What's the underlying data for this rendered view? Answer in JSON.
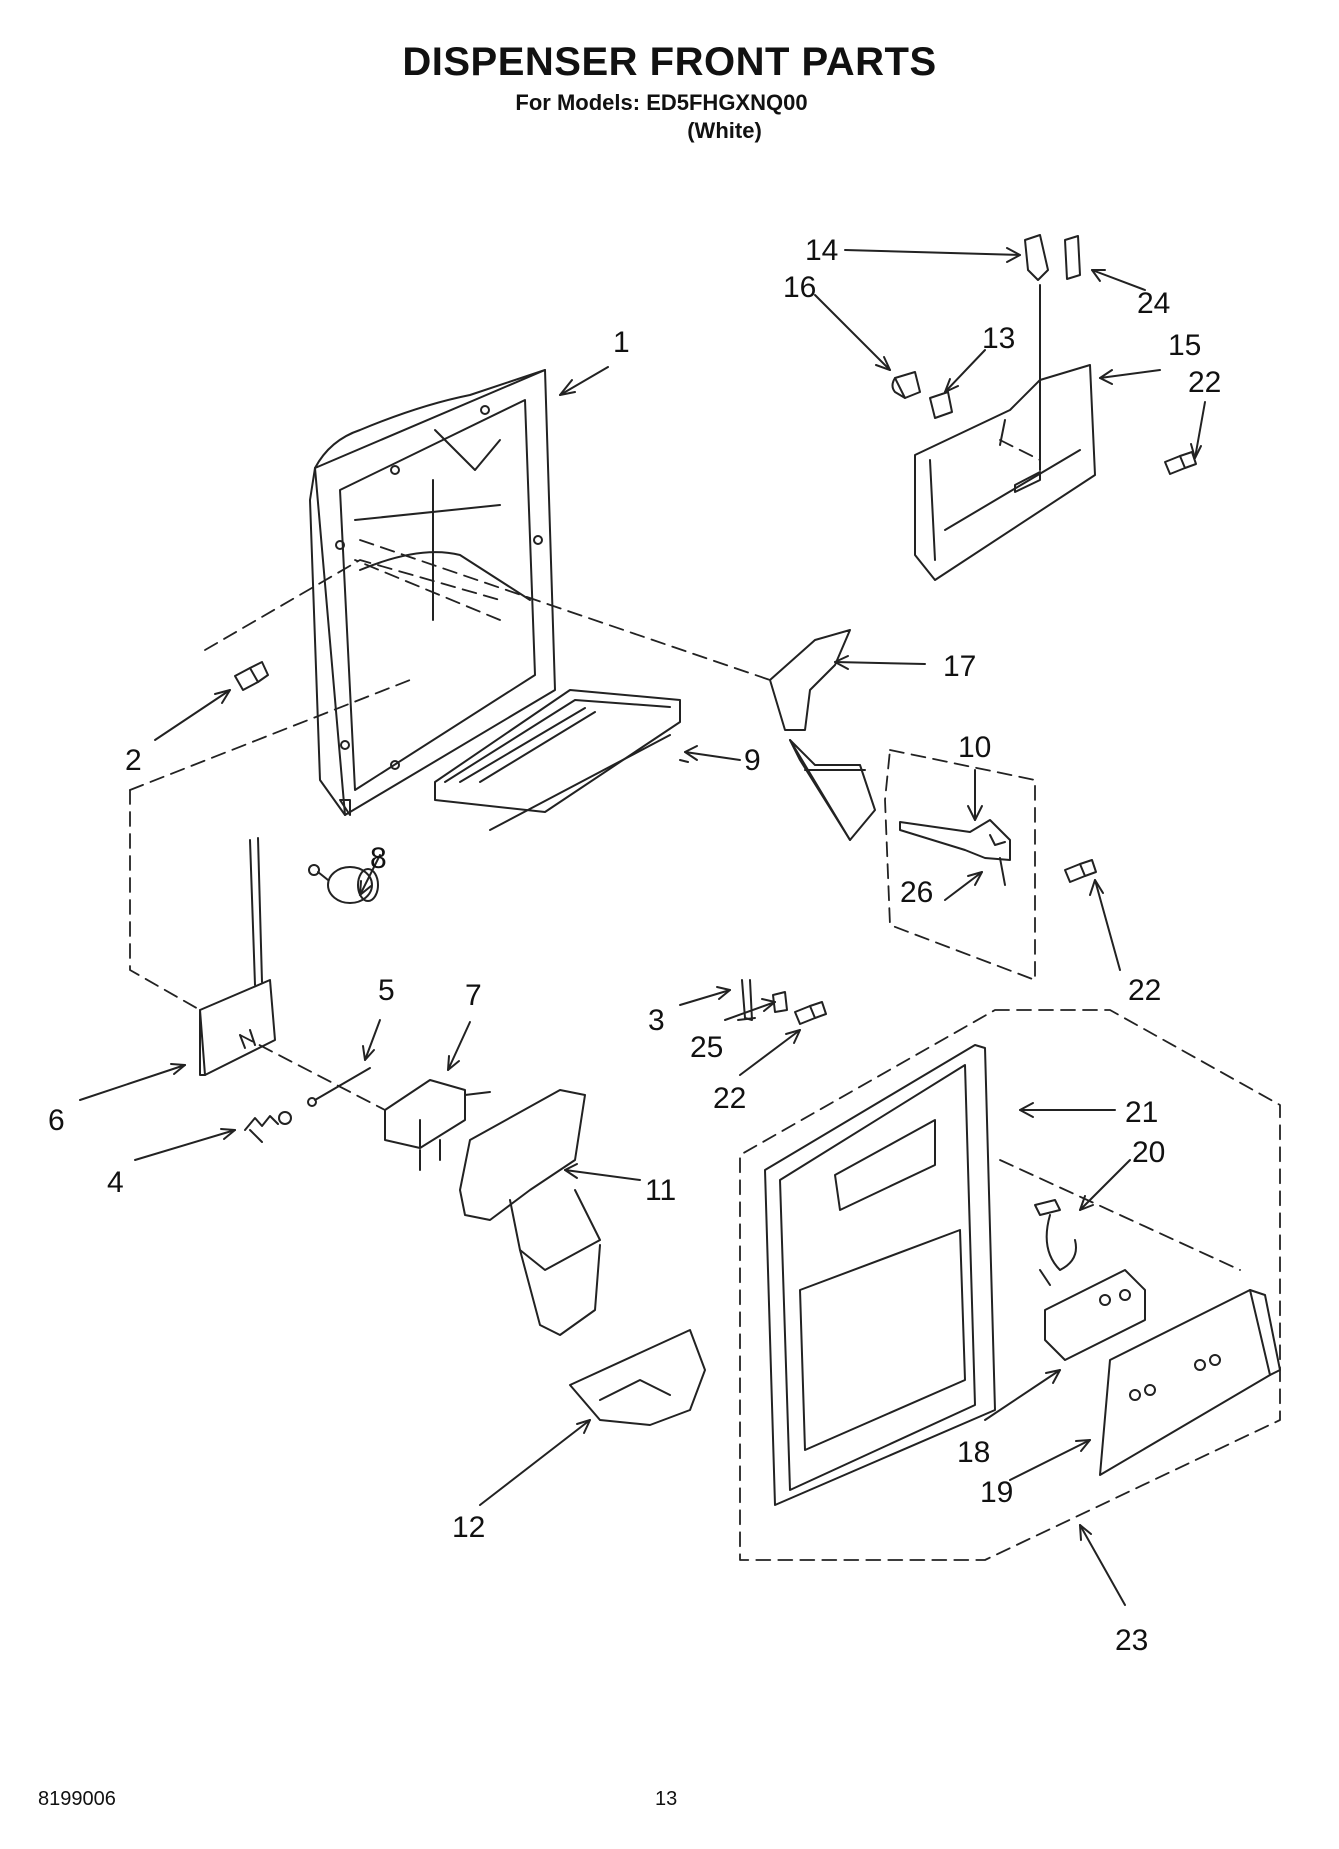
{
  "header": {
    "title": "DISPENSER FRONT PARTS",
    "subtitle": "For Models: ED5FHGXNQ00",
    "variant": "(White)"
  },
  "callouts": [
    "1",
    "2",
    "3",
    "4",
    "5",
    "6",
    "7",
    "8",
    "9",
    "10",
    "11",
    "12",
    "13",
    "14",
    "15",
    "16",
    "17",
    "18",
    "19",
    "20",
    "21",
    "22",
    "22",
    "22",
    "23",
    "24",
    "25",
    "26"
  ],
  "footer": {
    "doc_number": "8199006",
    "page_number": "13"
  }
}
